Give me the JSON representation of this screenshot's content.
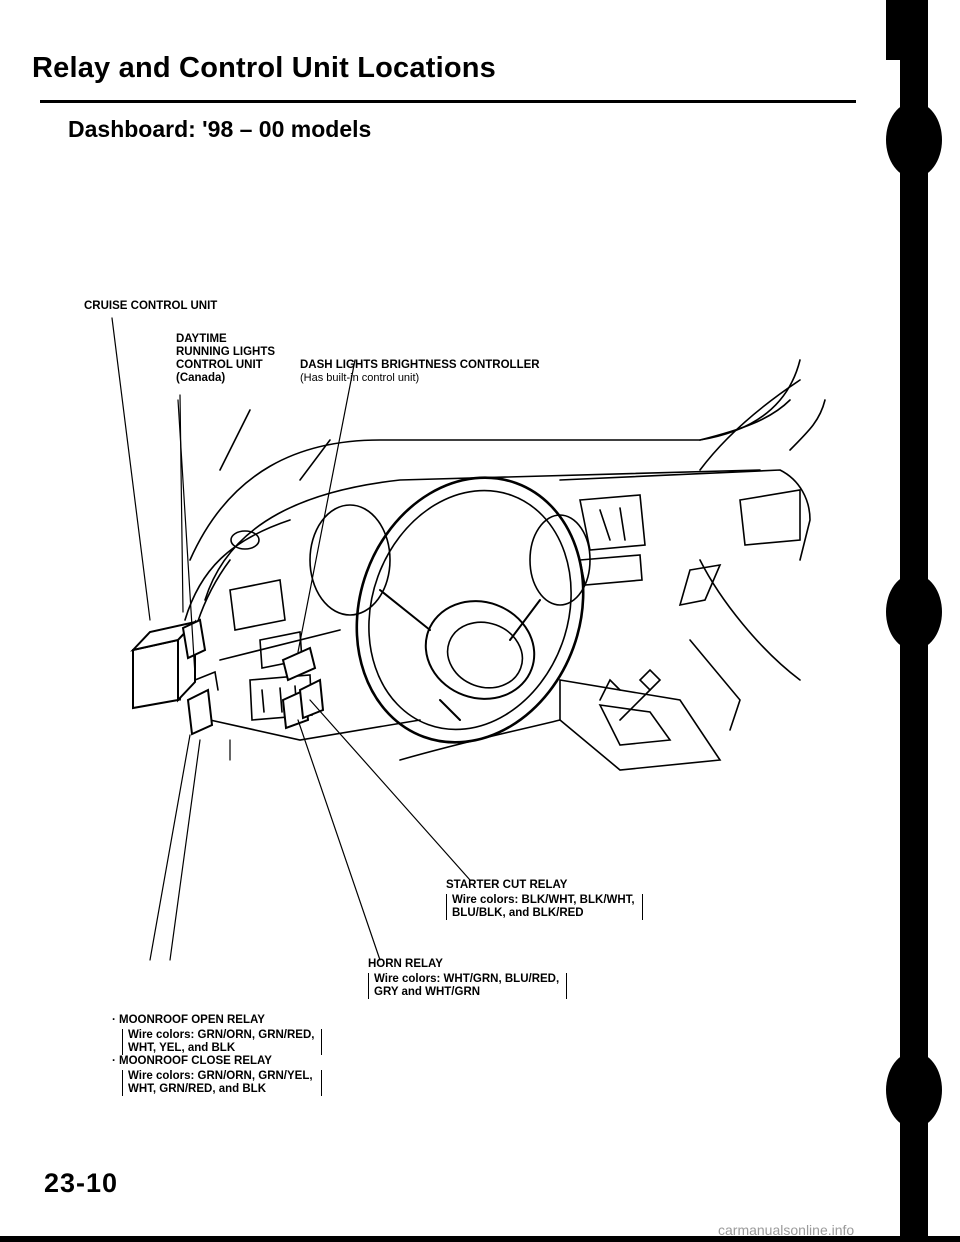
{
  "header": {
    "title": "Relay and Control Unit Locations",
    "subtitle": "Dashboard: '98 – 00 models"
  },
  "labels": {
    "cruise": "CRUISE CONTROL UNIT",
    "drl": [
      "DAYTIME",
      "RUNNING LIGHTS",
      "CONTROL UNIT",
      "(Canada)"
    ],
    "dash_lights": "DASH LIGHTS BRIGHTNESS CONTROLLER",
    "dash_lights_note": "(Has built-in control unit)",
    "starter": "STARTER CUT RELAY",
    "starter_wires": [
      "Wire colors: BLK/WHT, BLK/WHT,",
      "BLU/BLK, and BLK/RED"
    ],
    "horn": "HORN RELAY",
    "horn_wires": [
      "Wire colors: WHT/GRN, BLU/RED,",
      "GRY and WHT/GRN"
    ],
    "moon_open": "· MOONROOF OPEN RELAY",
    "moon_open_wires": [
      "Wire colors: GRN/ORN, GRN/RED,",
      "WHT, YEL, and BLK"
    ],
    "moon_close": "· MOONROOF CLOSE RELAY",
    "moon_close_wires": [
      "Wire colors: GRN/ORN, GRN/YEL,",
      "WHT, GRN/RED, and BLK"
    ]
  },
  "footer": {
    "page_number": "23-10",
    "watermark": "carmanualsonline.info"
  }
}
